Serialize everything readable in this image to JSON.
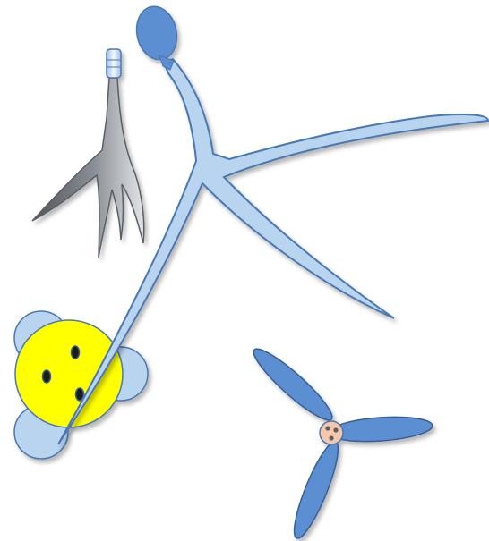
{
  "colors": {
    "background": "#ffffff",
    "light_blue_fill": "#b8d4ee",
    "light_blue_stroke": "#4a78b4",
    "mid_blue_fill": "#5b8fd1",
    "dark_blue_stroke": "#355f98",
    "gray_dark": "#5a5f66",
    "gray_light": "#d8dbde",
    "yellow": "#ffff00",
    "hub_peach": "#f6c7aa",
    "black": "#1a1a1a"
  },
  "figure": {
    "elements": [
      {
        "name": "large-light-blue-branching-structure-with-blue-tip",
        "color": "light_blue_fill"
      },
      {
        "name": "small-gray-gradient-branching-structure-with-cylinder-top",
        "color": "gray_dark"
      },
      {
        "name": "yellow-circle-with-light-blue-lobes-and-three-black-dots",
        "color": "yellow"
      },
      {
        "name": "three-blade-propeller-with-peach-hub",
        "color": "mid_blue_fill"
      }
    ]
  }
}
